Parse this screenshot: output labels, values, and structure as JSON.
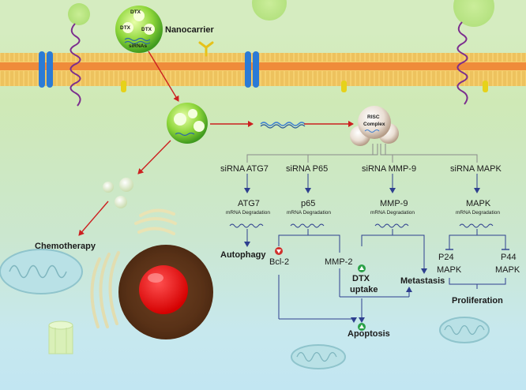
{
  "nanocarrier": {
    "label": "Nanocarrier",
    "dtx_top": "DTX",
    "dtx_left": "DTX",
    "dtx_right": "DTX",
    "sirnas": "siRNAs"
  },
  "risc": {
    "line1": "RISC",
    "line2": "Complex"
  },
  "pathways": [
    {
      "sirna": "siRNA ATG7",
      "target": "ATG7",
      "degradation": "mRNA Degradation"
    },
    {
      "sirna": "siRNA P65",
      "target": "p65",
      "degradation": "mRNA Degradation"
    },
    {
      "sirna": "siRNA MMP-9",
      "target": "MMP-9",
      "degradation": "mRNA Degradation"
    },
    {
      "sirna": "siRNA MAPK",
      "target": "MAPK",
      "degradation": "mRNA Degradation"
    }
  ],
  "outcomes": {
    "autophagy": "Autophagy",
    "bcl2": "Bcl-2",
    "mmp2": "MMP-2",
    "dtx": "DTX",
    "uptake": "uptake",
    "metastasis": "Metastasis",
    "apoptosis": "Apoptosis",
    "p24": "P24",
    "p44": "P44",
    "mapk_left": "MAPK",
    "mapk_right": "MAPK",
    "proliferation": "Proliferation",
    "chemotherapy": "Chemotherapy"
  },
  "colors": {
    "arrow_red": "#cc2020",
    "arrow_blue": "#2e3f8f",
    "membrane_head": "#ef8b3a",
    "membrane_tail": "#f5cf6e",
    "channel_blue": "#2b7bd6",
    "down_indicator": "#d0312d",
    "up_indicator": "#2aa148"
  }
}
